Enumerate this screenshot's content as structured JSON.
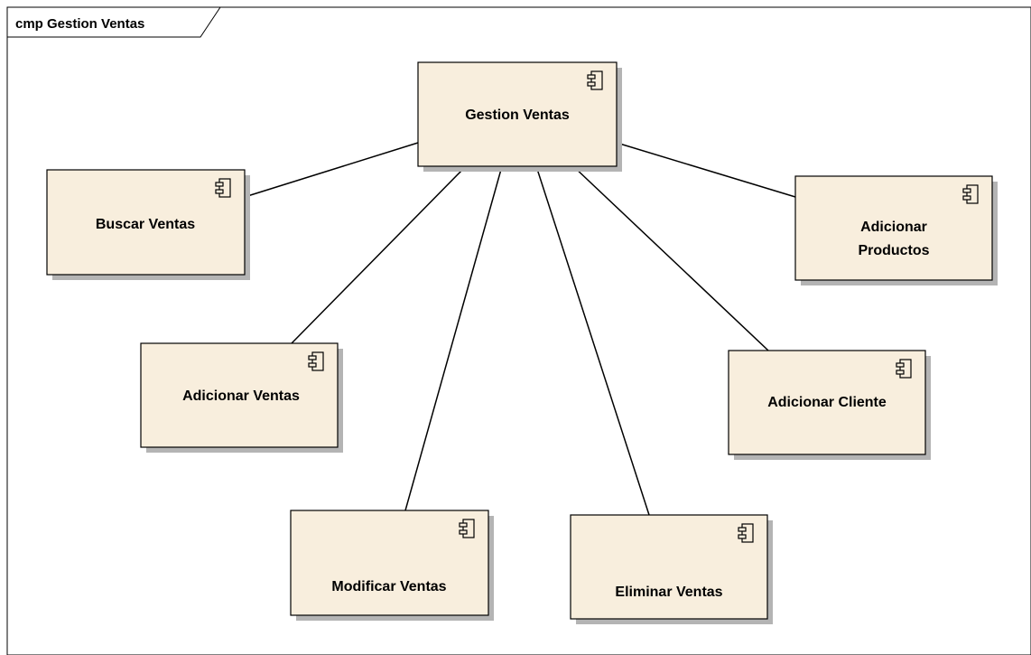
{
  "frame": {
    "title": "cmp Gestion Ventas"
  },
  "colors": {
    "component_fill": "#f8eedd",
    "component_stroke": "#000000",
    "shadow": "#b4b4b4",
    "connector": "#000000",
    "background": "#ffffff"
  },
  "components": {
    "gestion": {
      "label": "Gestion Ventas",
      "icon": "component-icon"
    },
    "buscar": {
      "label": "Buscar Ventas",
      "icon": "component-icon"
    },
    "adicionar_productos": {
      "label_lines": [
        "Adicionar",
        "Productos"
      ],
      "icon": "component-icon"
    },
    "adicionar_ventas": {
      "label": "Adicionar Ventas",
      "icon": "component-icon"
    },
    "adicionar_cliente": {
      "label": "Adicionar Cliente",
      "icon": "component-icon"
    },
    "modificar": {
      "label": "Modificar Ventas",
      "icon": "component-icon"
    },
    "eliminar": {
      "label": "Eliminar Ventas",
      "icon": "component-icon"
    }
  }
}
